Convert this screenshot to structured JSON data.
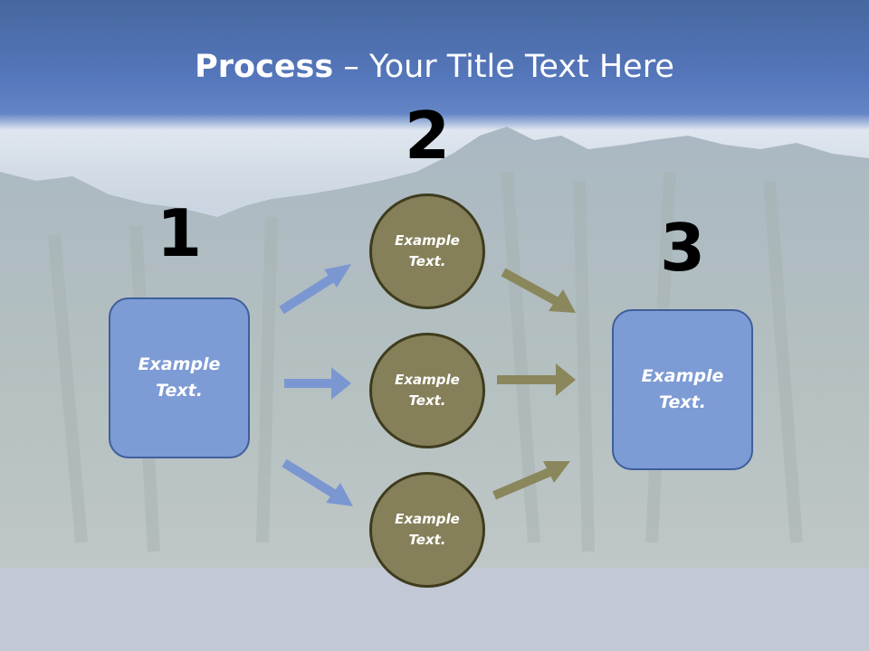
{
  "slide": {
    "title_bold": "Process",
    "title_rest": " – Your Title Text Here"
  },
  "steps": {
    "step1": {
      "number": "1",
      "text_line1": "Example",
      "text_line2": "Text."
    },
    "step2": {
      "number": "2"
    },
    "step3": {
      "number": "3",
      "text_line1": "Example",
      "text_line2": "Text."
    }
  },
  "circles": [
    {
      "line1": "Example",
      "line2": "Text."
    },
    {
      "line1": "Example",
      "line2": "Text."
    },
    {
      "line1": "Example",
      "line2": "Text."
    }
  ],
  "colors": {
    "box_fill": "#7d9bd4",
    "circle_fill": "#858059",
    "arrow_blue": "#7a97d2",
    "arrow_olive": "#8a875c",
    "header_blue": "#4f73b8"
  }
}
